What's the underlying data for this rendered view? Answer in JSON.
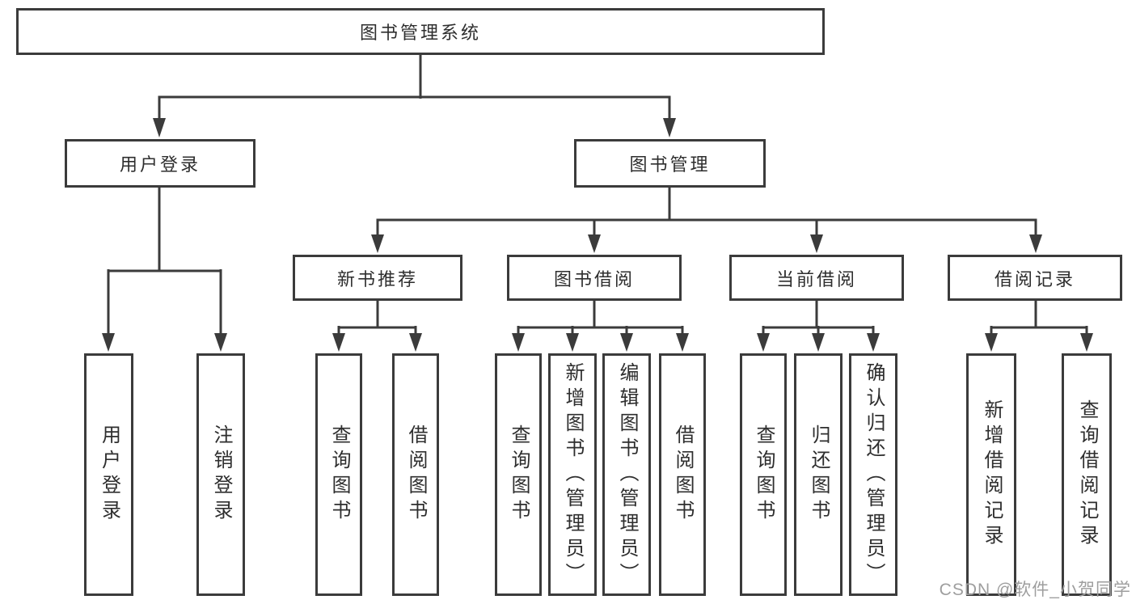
{
  "diagram": {
    "type": "hierarchy-tree",
    "root": {
      "id": "library-management-system",
      "label": "图书管理系统"
    },
    "level2": [
      {
        "id": "user-login",
        "label": "用户登录"
      },
      {
        "id": "book-management",
        "label": "图书管理"
      }
    ],
    "level3": [
      {
        "id": "new-book-recommend",
        "label": "新书推荐"
      },
      {
        "id": "book-borrow",
        "label": "图书借阅"
      },
      {
        "id": "current-borrow",
        "label": "当前借阅"
      },
      {
        "id": "borrow-records",
        "label": "借阅记录"
      }
    ],
    "leaves": {
      "user_login": [
        "用户登录",
        "注销登录"
      ],
      "new_book_recommend": [
        "查询图书",
        "借阅图书"
      ],
      "book_borrow": [
        "查询图书",
        "新增图书（管理员）",
        "编辑图书（管理员）",
        "借阅图书"
      ],
      "current_borrow": [
        "查询图书",
        "归还图书",
        "确认归还（管理员）"
      ],
      "borrow_records": [
        "新增借阅记录",
        "查询借阅记录"
      ]
    }
  },
  "watermark": {
    "text": "CSDN @软件_小贺同学"
  },
  "colors": {
    "background": "#ffffff",
    "box_border": "#3b3b3b",
    "line": "#3b3b3b",
    "text": "#2e2e2e",
    "watermark": "#9e9e9e"
  }
}
